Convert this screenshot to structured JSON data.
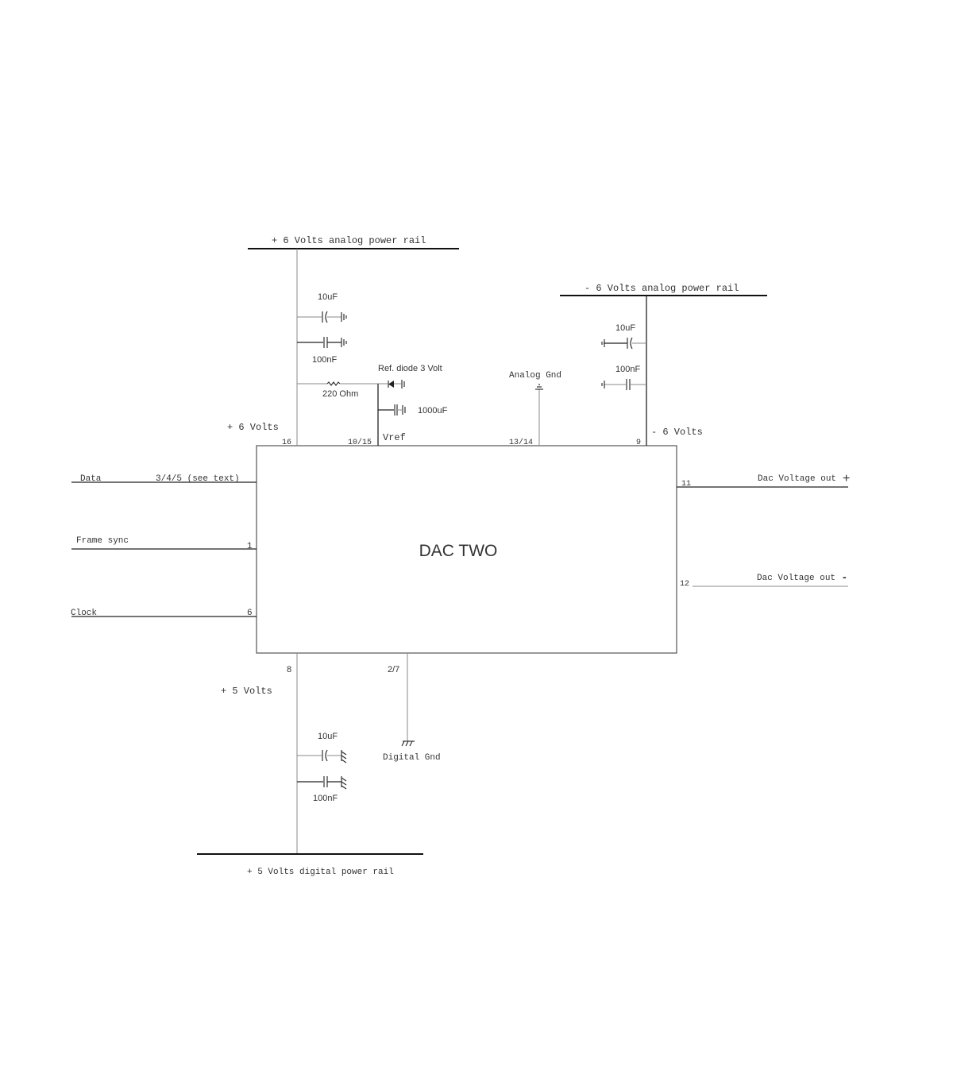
{
  "diagram": {
    "chip_label": "DAC TWO",
    "rails": {
      "pos6_analog": "+ 6 Volts analog power rail",
      "neg6_analog": "- 6 Volts analog power rail",
      "pos5_digital": "+ 5 Volts digital power rail"
    },
    "supply_labels": {
      "pos6": "+ 6 Volts",
      "neg6": "- 6 Volts",
      "pos5": "+ 5 Volts"
    },
    "pins": {
      "p16": "16",
      "p10_15": "10/15",
      "p13_14": "13/14",
      "p9": "9",
      "p3_4_5": "3/4/5 (see text)",
      "p1": "1",
      "p6": "6",
      "p11": "11",
      "p12": "12",
      "p8": "8",
      "p2_7": "2/7"
    },
    "signals": {
      "data": "Data",
      "frame_sync": "Frame sync",
      "clock": "Clock",
      "vref": "Vref",
      "dac_out_pos": "Dac Voltage out",
      "dac_out_pos_sign": "+",
      "dac_out_neg": "Dac Voltage out",
      "dac_out_neg_sign": "-"
    },
    "components": {
      "pos6_cap1": "10uF",
      "pos6_cap2": "100nF",
      "resistor": "220 Ohm",
      "ref_diode": "Ref. diode 3 Volt",
      "ref_cap": "1000uF",
      "neg6_cap1": "10uF",
      "neg6_cap2": "100nF",
      "pos5_cap1": "10uF",
      "pos5_cap2": "100nF"
    },
    "grounds": {
      "analog": "Analog Gnd",
      "digital": "Digital Gnd"
    }
  }
}
